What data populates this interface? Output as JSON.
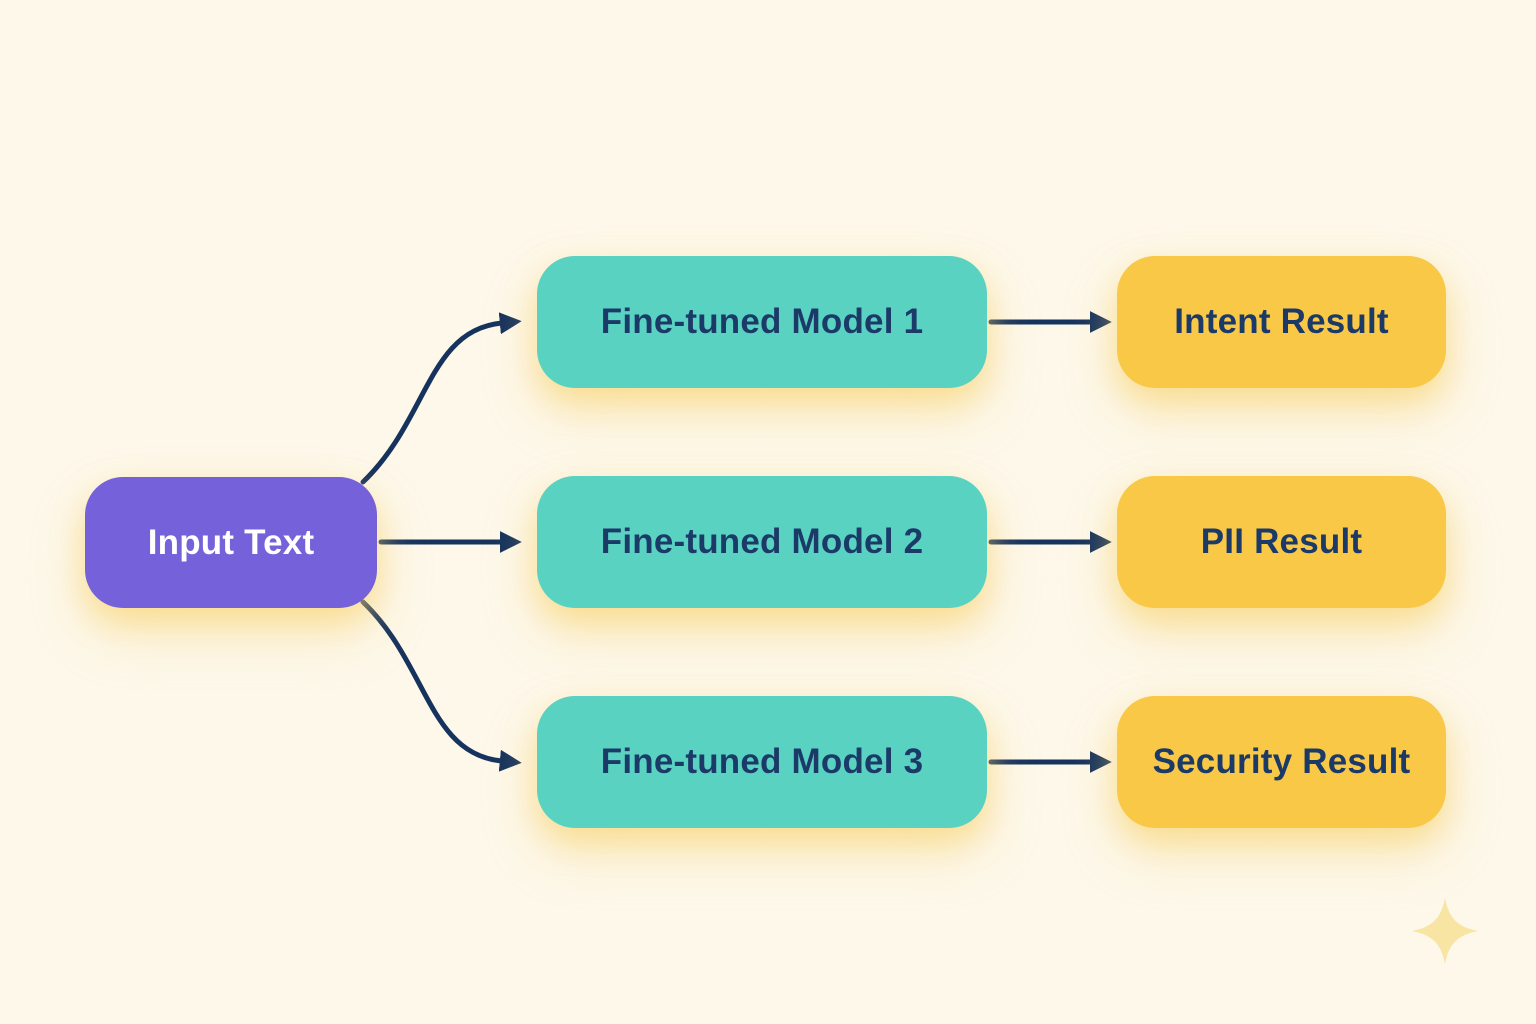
{
  "diagram": {
    "nodes": {
      "input": {
        "label": "Input Text"
      },
      "models": [
        {
          "label": "Fine-tuned Model 1"
        },
        {
          "label": "Fine-tuned Model 2"
        },
        {
          "label": "Fine-tuned Model 3"
        }
      ],
      "results": [
        {
          "label": "Intent Result"
        },
        {
          "label": "PII Result"
        },
        {
          "label": "Security Result"
        }
      ]
    },
    "colors": {
      "background": "#FDF8EA",
      "input_fill": "#7561DA",
      "model_fill": "#59D2C2",
      "result_fill": "#F9C846",
      "text_dark": "#1C3A68",
      "text_light": "#FFFFFF",
      "arrow": "#16335E",
      "sparkle": "#F8E5A4"
    },
    "icons": {
      "sparkle": "sparkle-icon"
    }
  }
}
